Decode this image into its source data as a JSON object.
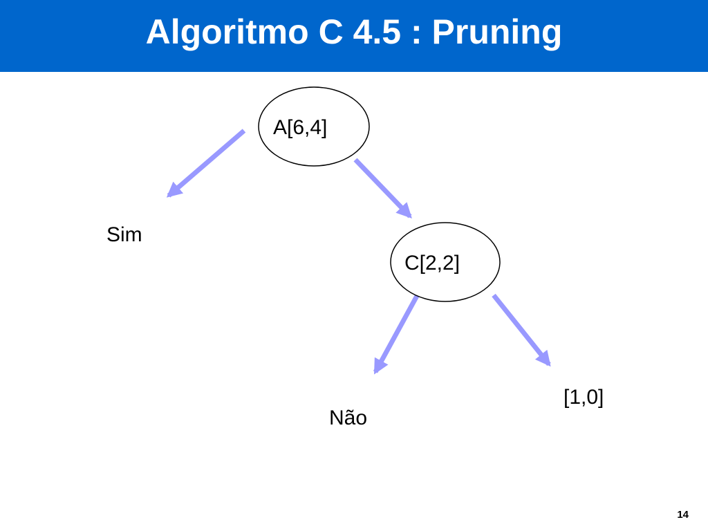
{
  "slide": {
    "title": "Algoritmo C 4.5 : Pruning",
    "page_number": "14"
  },
  "diagram": {
    "nodes": {
      "root": {
        "label": "A[6,4]"
      },
      "child": {
        "label": "C[2,2]"
      }
    },
    "leaves": {
      "sim": {
        "label": "Sim"
      },
      "nao": {
        "label": "Não"
      },
      "counts": {
        "label": "[1,0]"
      }
    }
  },
  "colors": {
    "title_bar": "#0066cc",
    "title_text": "#ffffff",
    "arrow": "#9999ff",
    "node_stroke": "#000000"
  }
}
